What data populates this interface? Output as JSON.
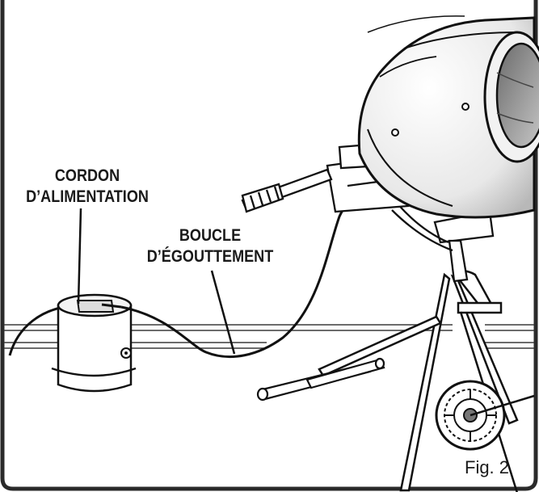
{
  "labels": {
    "power_cord_line1": "CORDON",
    "power_cord_line2": "D’ALIMENTATION",
    "drip_loop_line1": "BOUCLE",
    "drip_loop_line2": "D’ÉGOUTTEMENT"
  },
  "figure": {
    "caption": "Fig. 2"
  }
}
